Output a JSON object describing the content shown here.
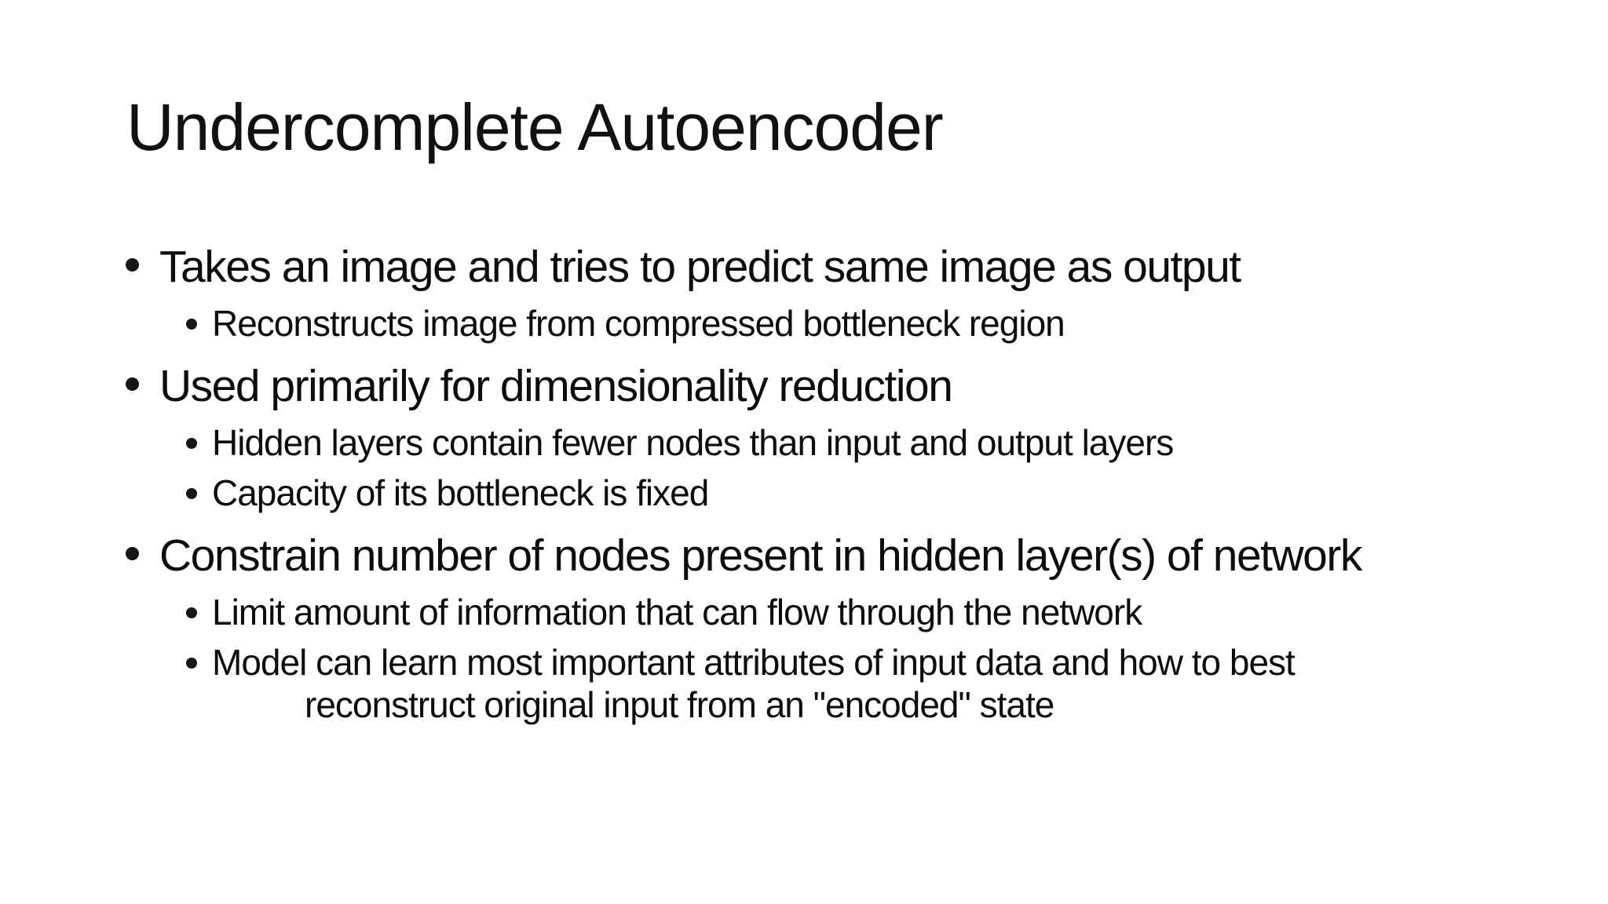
{
  "slide": {
    "title": "Undercomplete Autoencoder",
    "background_color": "#ffffff",
    "text_color": "#0d0d0d",
    "bullet_glyph": "•",
    "bullets": [
      {
        "level": 1,
        "text": "Takes an image and tries to predict same image as output"
      },
      {
        "level": 2,
        "text": "Reconstructs image from compressed bottleneck region"
      },
      {
        "level": 1,
        "text": "Used primarily for dimensionality reduction"
      },
      {
        "level": 2,
        "text": "Hidden layers contain fewer nodes than input and output layers"
      },
      {
        "level": 2,
        "text": "Capacity of its bottleneck is fixed"
      },
      {
        "level": 1,
        "text": "Constrain number of nodes present in hidden layer(s) of network"
      },
      {
        "level": 2,
        "text": "Limit amount of information that can flow through the network"
      },
      {
        "level": 2,
        "text": "Model can learn most important attributes of input data and how to best",
        "continuation": "reconstruct original input from an \"encoded\" state"
      }
    ]
  }
}
